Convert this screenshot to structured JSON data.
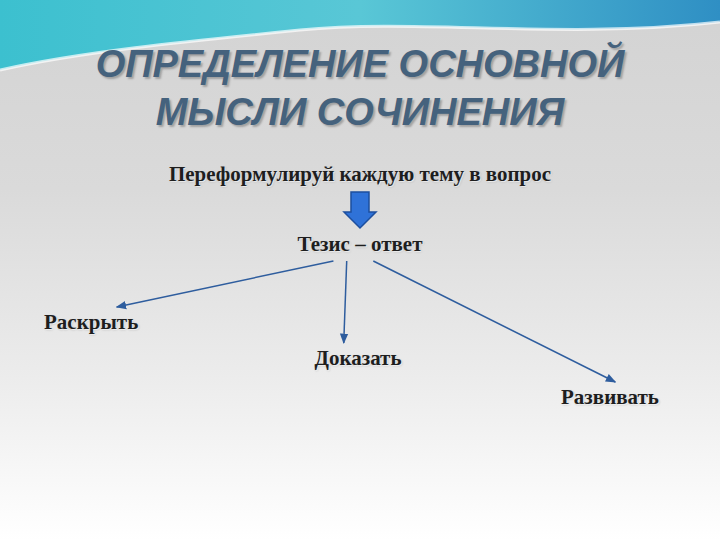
{
  "diagram": {
    "title": "ОПРЕДЕЛЕНИЕ ОСНОВНОЙ МЫСЛИ СОЧИНЕНИЯ",
    "nodes": [
      {
        "text": [
          "Переформулируй каждую тему в вопрос"
        ]
      },
      {
        "text": [
          "Тезис – ответ"
        ]
      },
      {
        "text": [
          "Раскрыть"
        ]
      },
      {
        "text": [
          "Доказать"
        ]
      },
      {
        "text": [
          "Развивать"
        ]
      }
    ],
    "edges": [
      {
        "from": 0,
        "to": 1,
        "arrow": "to"
      },
      {
        "from": 1,
        "to": 2,
        "arrow": "to"
      },
      {
        "from": 1,
        "to": 3,
        "arrow": "to"
      },
      {
        "from": 1,
        "to": 4,
        "arrow": "to"
      }
    ]
  }
}
